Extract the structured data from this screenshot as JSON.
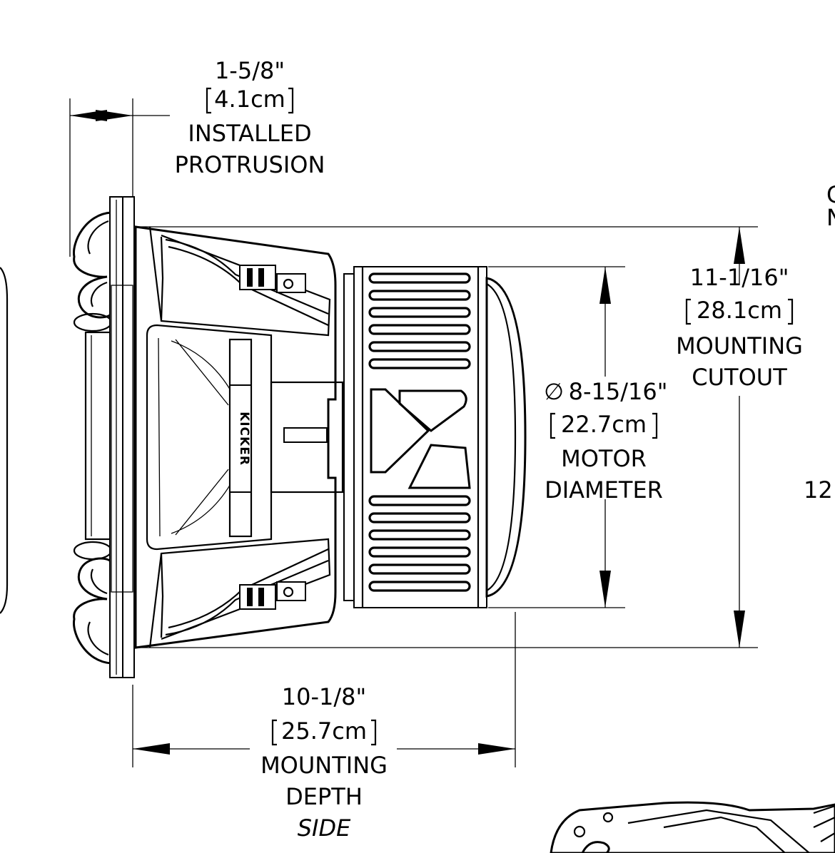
{
  "dimensions": {
    "protrusion": {
      "imperial": "1-5/8\"",
      "metric": "4.1cm",
      "label_line1": "INSTALLED",
      "label_line2": "PROTRUSION"
    },
    "cutout": {
      "imperial": "11-1/16\"",
      "metric": "28.1cm",
      "label_line1": "MOUNTING",
      "label_line2": "CUTOUT"
    },
    "motor": {
      "symbol": "∅",
      "imperial": "8-15/16\"",
      "metric": "22.7cm",
      "label_line1": "MOTOR",
      "label_line2": "DIAMETER"
    },
    "depth": {
      "imperial": "10-1/8\"",
      "metric": "25.7cm",
      "label_line1": "MOUNTING",
      "label_line2": "DEPTH"
    }
  },
  "view_label": "SIDE",
  "cropped_text": {
    "right_top": "C",
    "right_top2": "N",
    "right_mid": "12"
  },
  "brand": "KICKER"
}
